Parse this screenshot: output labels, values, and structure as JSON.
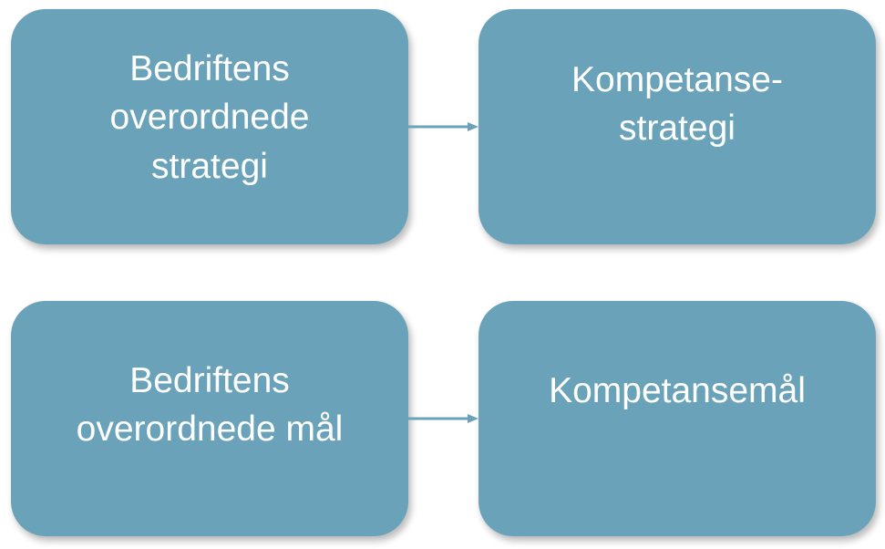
{
  "diagram": {
    "top_left": {
      "line1": "Bedriftens",
      "line2": "overordnede",
      "line3": "strategi"
    },
    "top_right": {
      "line1": "Kompetanse-",
      "line2": "strategi"
    },
    "bottom_left": {
      "line1": "Bedriftens",
      "line2": "overordnede mål"
    },
    "bottom_right": {
      "line1": "Kompetansemål"
    },
    "colors": {
      "box_fill": "#6aa3b9",
      "text": "#ffffff",
      "connector": "#6aa3b9"
    }
  }
}
